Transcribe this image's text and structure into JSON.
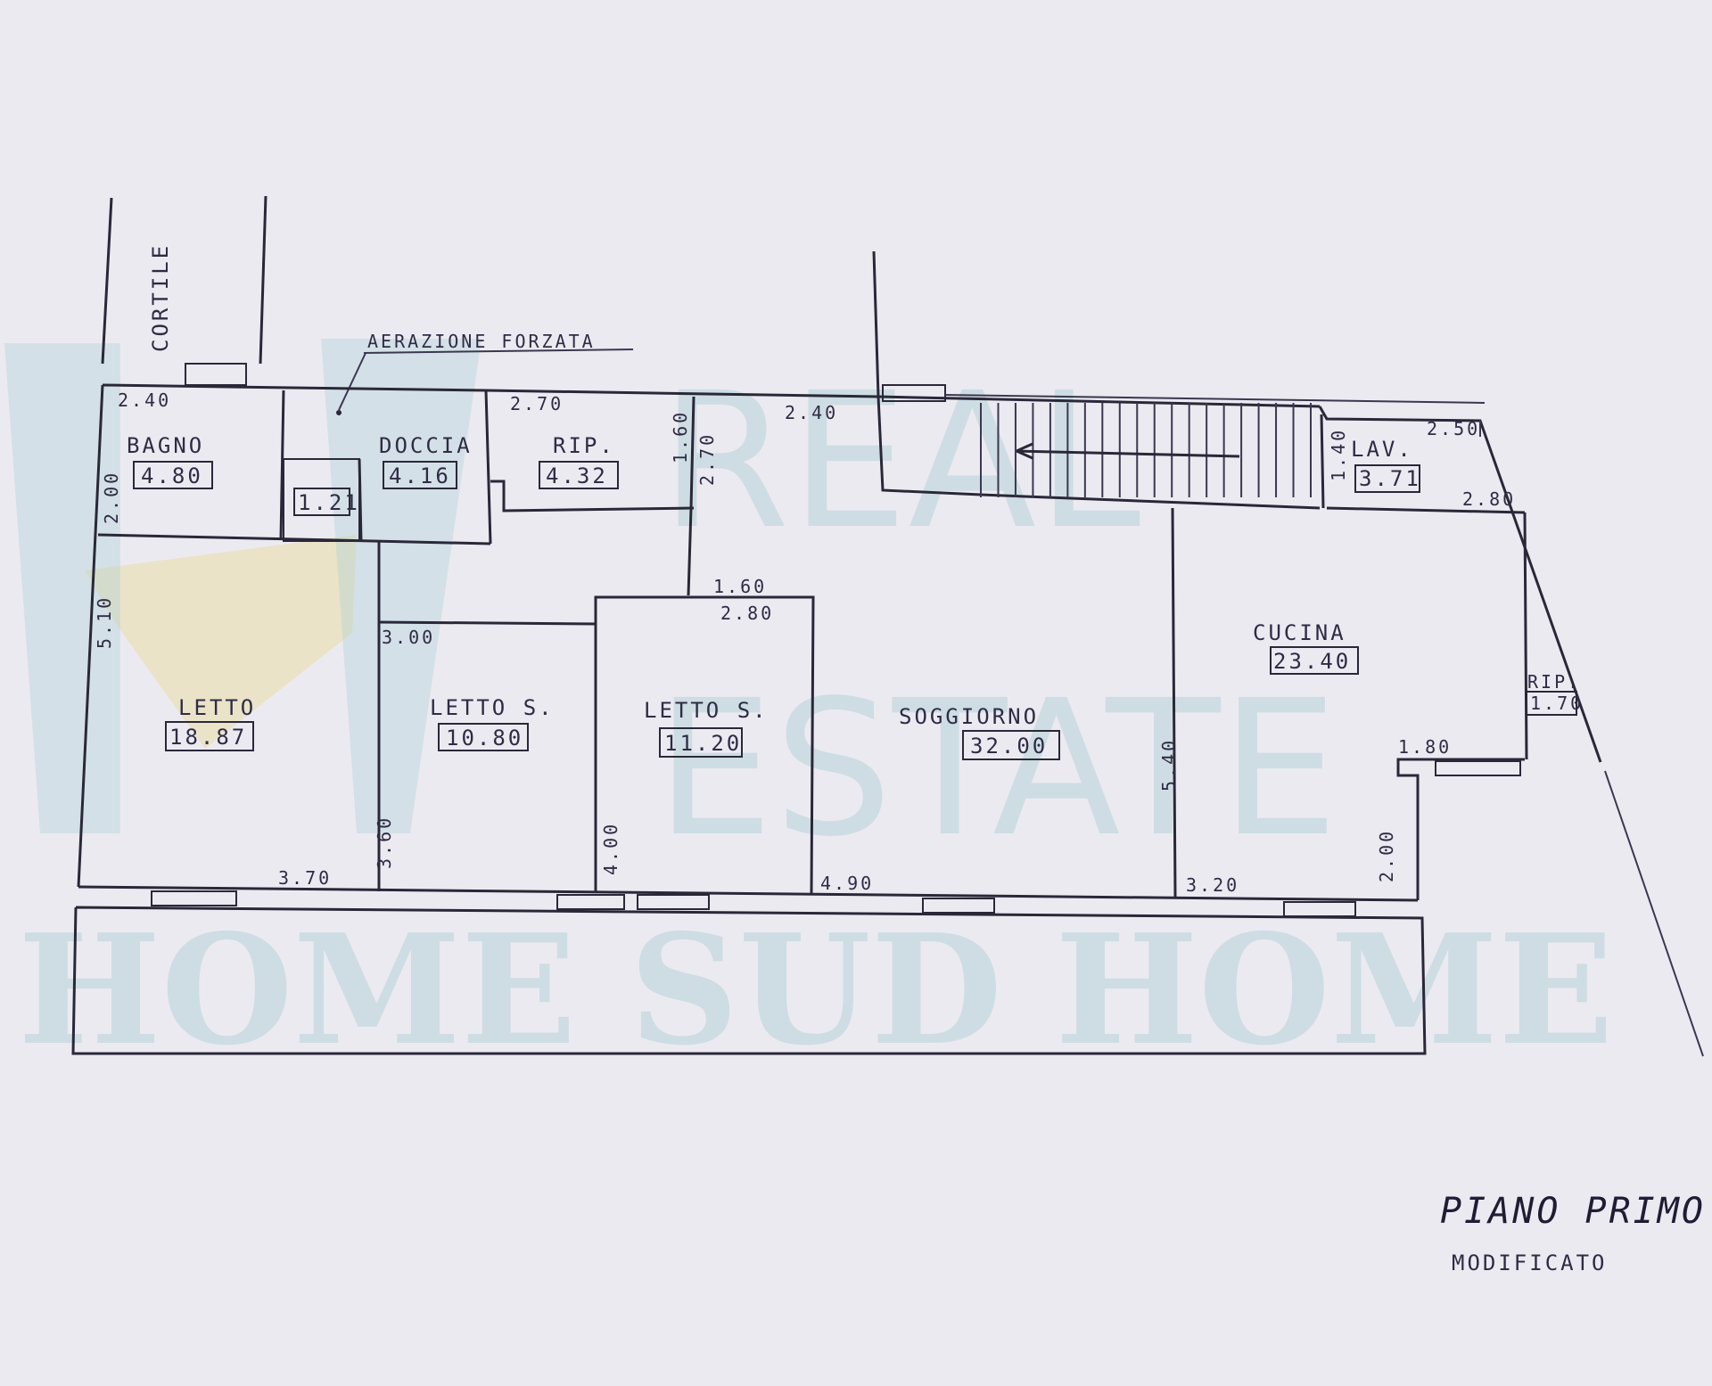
{
  "watermark": {
    "line1": "REAL",
    "line2": "ESTATE",
    "line3": "HOME SUD HOME",
    "color": "#a9cfd4",
    "accent": "#e9dca6"
  },
  "annotations": {
    "courtyard": "CORTILE",
    "ventilation": "AERAZIONE FORZATA"
  },
  "rooms": {
    "bagno": {
      "name": "BAGNO",
      "area": "4.80"
    },
    "wc": {
      "area": "1.21"
    },
    "doccia": {
      "name": "DOCCIA",
      "area": "4.16"
    },
    "rip1": {
      "name": "RIP.",
      "area": "4.32"
    },
    "lav": {
      "name": "LAV.",
      "area": "3.71"
    },
    "letto": {
      "name": "LETTO",
      "area": "18.87"
    },
    "letto_s1": {
      "name": "LETTO S.",
      "area": "10.80"
    },
    "letto_s2": {
      "name": "LETTO S.",
      "area": "11.20"
    },
    "soggiorno": {
      "name": "SOGGIORNO",
      "area": "32.00"
    },
    "cucina": {
      "name": "CUCINA",
      "area": "23.40"
    },
    "rip2": {
      "name": "RIP.",
      "area": "1.70"
    }
  },
  "dimensions": {
    "d_bagno_w": "2.40",
    "d_rip_w": "2.70",
    "d_corr_w": "2.40",
    "d_lav_w": "2.50",
    "d_bagno_h": "2.00",
    "d_rip_h1": "1.60",
    "d_rip_h2": "2.70",
    "d_lav_h": "1.40",
    "d_cucina_w": "2.80",
    "d_letto_h": "5.10",
    "d_ls2_top1": "1.60",
    "d_ls2_top2": "2.80",
    "d_ls1_w": "3.00",
    "d_cucina_h": "5.40",
    "d_kitch_step": "1.80",
    "d_kitch_step_h": "2.00",
    "d_ls1_h": "3.60",
    "d_ls2_h": "4.00",
    "d_letto_w": "3.70",
    "d_sogg_w": "4.90",
    "d_cucina_b": "3.20"
  },
  "title": {
    "floor": "PIANO PRIMO",
    "status": "MODIFICATO"
  }
}
